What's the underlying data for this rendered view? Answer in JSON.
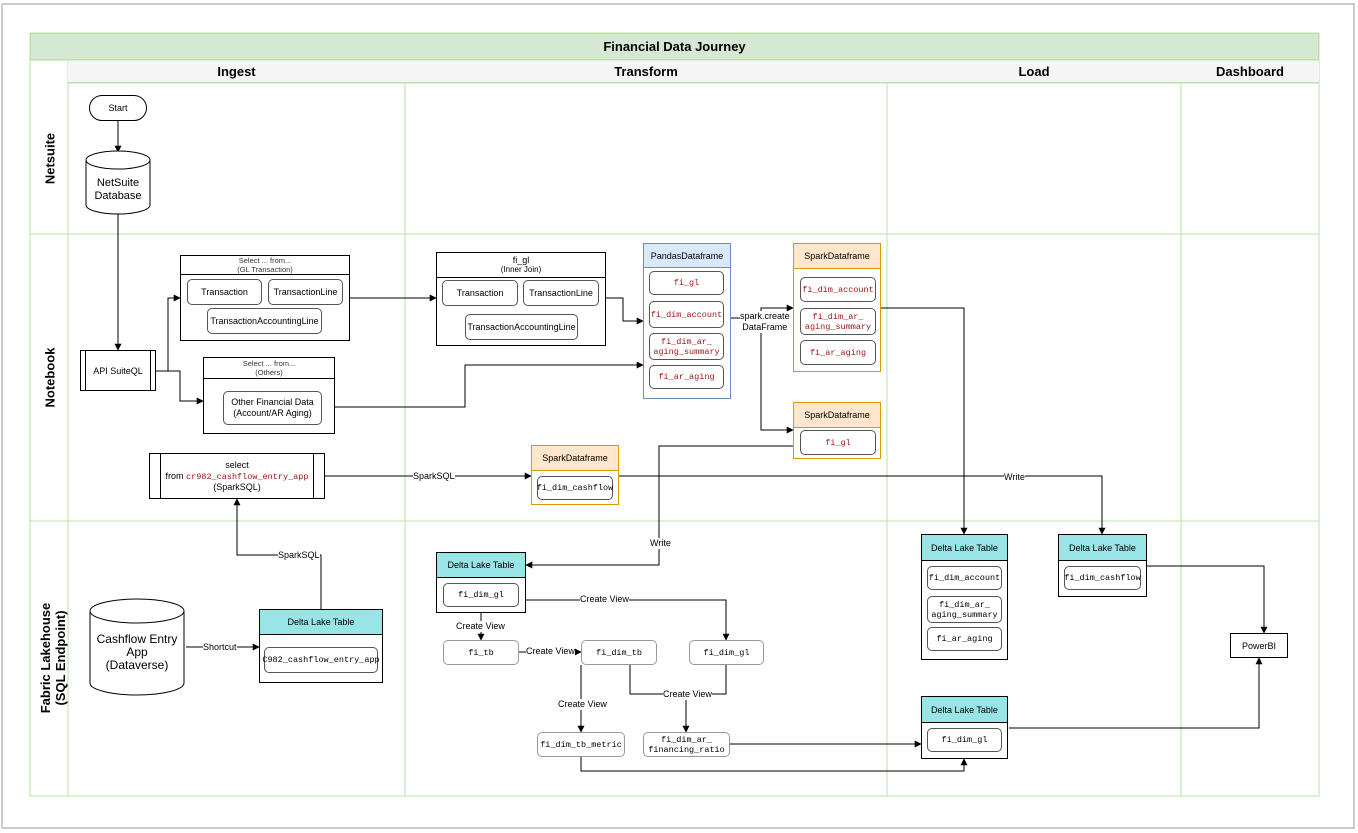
{
  "title": "Financial Data Journey",
  "columns": [
    "Ingest",
    "Transform",
    "Load",
    "Dashboard"
  ],
  "lanes": {
    "netsuite": "Netsuite",
    "notebook": "Notebook",
    "lakehouse_line1": "Fabric Lakehouse",
    "lakehouse_line2": "(SQL Endpoint)"
  },
  "nodes": {
    "start": "Start",
    "netsuite_db_line1": "NetSuite",
    "netsuite_db_line2": "Database",
    "api_suiteql": "API SuiteQL",
    "gl_select_title": "Select ... from...",
    "gl_select_sub": "(GL Transaction)",
    "transaction": "Transaction",
    "transaction_line": "TransactionLine",
    "transaction_accounting_line": "TransactionAccountingLine",
    "others_select_title": "Select ... from...",
    "others_select_sub": "(Others)",
    "other_fin_line1": "Other Financial Data",
    "other_fin_line2": "(Account/AR Aging)",
    "figl_title": "fi_gl",
    "figl_sub": "(Inner Join)",
    "figl_transaction": "Transaction",
    "figl_transaction_line": "TransactionLine",
    "figl_transaction_accounting_line": "TransactionAccountingLine",
    "pandas_title": "PandasDataframe",
    "pandas_items": [
      "fi_gl",
      "fi_dim_account",
      "fi_dim_ar_\naging_summary",
      "fi_ar_aging"
    ],
    "spark1_title": "SparkDataframe",
    "spark1_items": [
      "fi_dim_account",
      "fi_dim_ar_\naging_summary",
      "fi_ar_aging"
    ],
    "spark2_title": "SparkDataframe",
    "spark2_items": [
      "fi_gl"
    ],
    "spark_create_line1": "spark.create",
    "spark_create_line2": "DataFrame",
    "select_cf_line1": "select",
    "select_cf_from": "from ",
    "select_cf_table": "cr982_cashflow_entry_app",
    "select_cf_line3": "(SparkSQL)",
    "spark3_title": "SparkDataframe",
    "spark3_item": "fi_dim_cashflow",
    "cashflow_line1": "Cashflow Entry",
    "cashflow_line2": "App",
    "cashflow_line3": "(Dataverse)",
    "delta_cf_title": "Delta Lake Table",
    "delta_cf_item": "C982_cashflow_entry_app",
    "delta_gl_title": "Delta Lake Table",
    "delta_gl_item": "fi_dim_gl",
    "view_fi_tb": "fi_tb",
    "view_fi_dim_tb": "fi_dim_tb",
    "view_fi_dim_gl": "fi_dim_gl",
    "view_fi_dim_tb_metric": "fi_dim_tb_metric",
    "view_fi_dim_ar_fin": "fi_dim_ar_\nfinancing_ratio",
    "delta_load1_title": "Delta Lake Table",
    "delta_load1_items": [
      "fi_dim_account",
      "fi_dim_ar_\naging_summary",
      "fi_ar_aging"
    ],
    "delta_load2_title": "Delta Lake Table",
    "delta_load2_item": "fi_dim_cashflow",
    "delta_load3_title": "Delta Lake Table",
    "delta_load3_item": "fi_dim_gl",
    "powerbi": "PowerBI"
  },
  "edge_labels": {
    "sparksql_1": "SparkSQL",
    "sparksql_2": "SparkSQL",
    "shortcut": "Shortcut",
    "write_1": "Write",
    "write_2": "Write",
    "create_view_1": "Create View",
    "create_view_2": "Create View",
    "create_view_3": "Create View",
    "create_view_4": "Create View",
    "create_view_5": "Create View"
  },
  "colors": {
    "title_bg": "#d5e8d4",
    "pandas_header": "#dae8fc",
    "spark_header": "#ffe6cc",
    "spark_border": "#d79b00",
    "delta_header": "#99e5e5",
    "grid_line": "#b9e0a5"
  }
}
